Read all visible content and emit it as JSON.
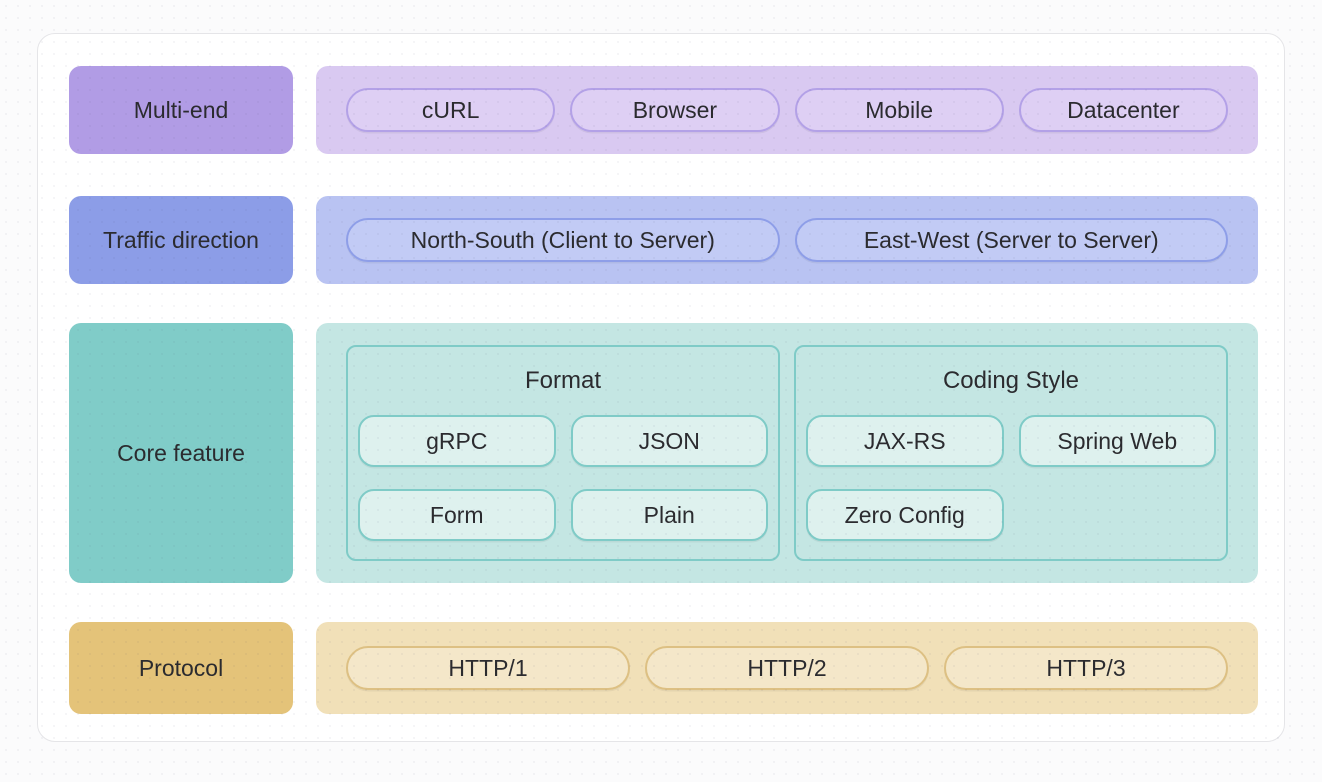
{
  "rows": [
    {
      "label": "Multi-end",
      "items": [
        "cURL",
        "Browser",
        "Mobile",
        "Datacenter"
      ]
    },
    {
      "label": "Traffic direction",
      "items": [
        "North-South (Client to Server)",
        "East-West (Server to Server)"
      ]
    },
    {
      "label": "Core feature",
      "groups": [
        {
          "title": "Format",
          "items": [
            "gRPC",
            "JSON",
            "Form",
            "Plain"
          ]
        },
        {
          "title": "Coding Style",
          "items": [
            "JAX-RS",
            "Spring Web",
            "Zero Config"
          ]
        }
      ]
    },
    {
      "label": "Protocol",
      "items": [
        "HTTP/1",
        "HTTP/2",
        "HTTP/3"
      ]
    }
  ],
  "palette": {
    "multi_end_label": "#b19ce5",
    "multi_end_container": "#d9c9f1",
    "multi_end_pill_fill": "#decff4",
    "multi_end_pill_border": "#b3a1e7",
    "traffic_label": "#8c9de7",
    "traffic_container": "#b9c3f2",
    "traffic_pill_fill": "#c2cbf5",
    "traffic_pill_border": "#8e9ee8",
    "core_label": "#80ccc8",
    "core_container": "#c4e6e3",
    "core_pill_fill": "#def1ee",
    "core_border": "#7fcbc7",
    "protocol_label": "#e4c379",
    "protocol_container": "#f1e0b8",
    "protocol_pill_fill": "#f4e7c9",
    "protocol_pill_border": "#ddc083",
    "card_background": "#ffffff",
    "card_border": "#e5e5e8",
    "page_background": "#fbfbfc",
    "text": "#2b2b2f"
  }
}
